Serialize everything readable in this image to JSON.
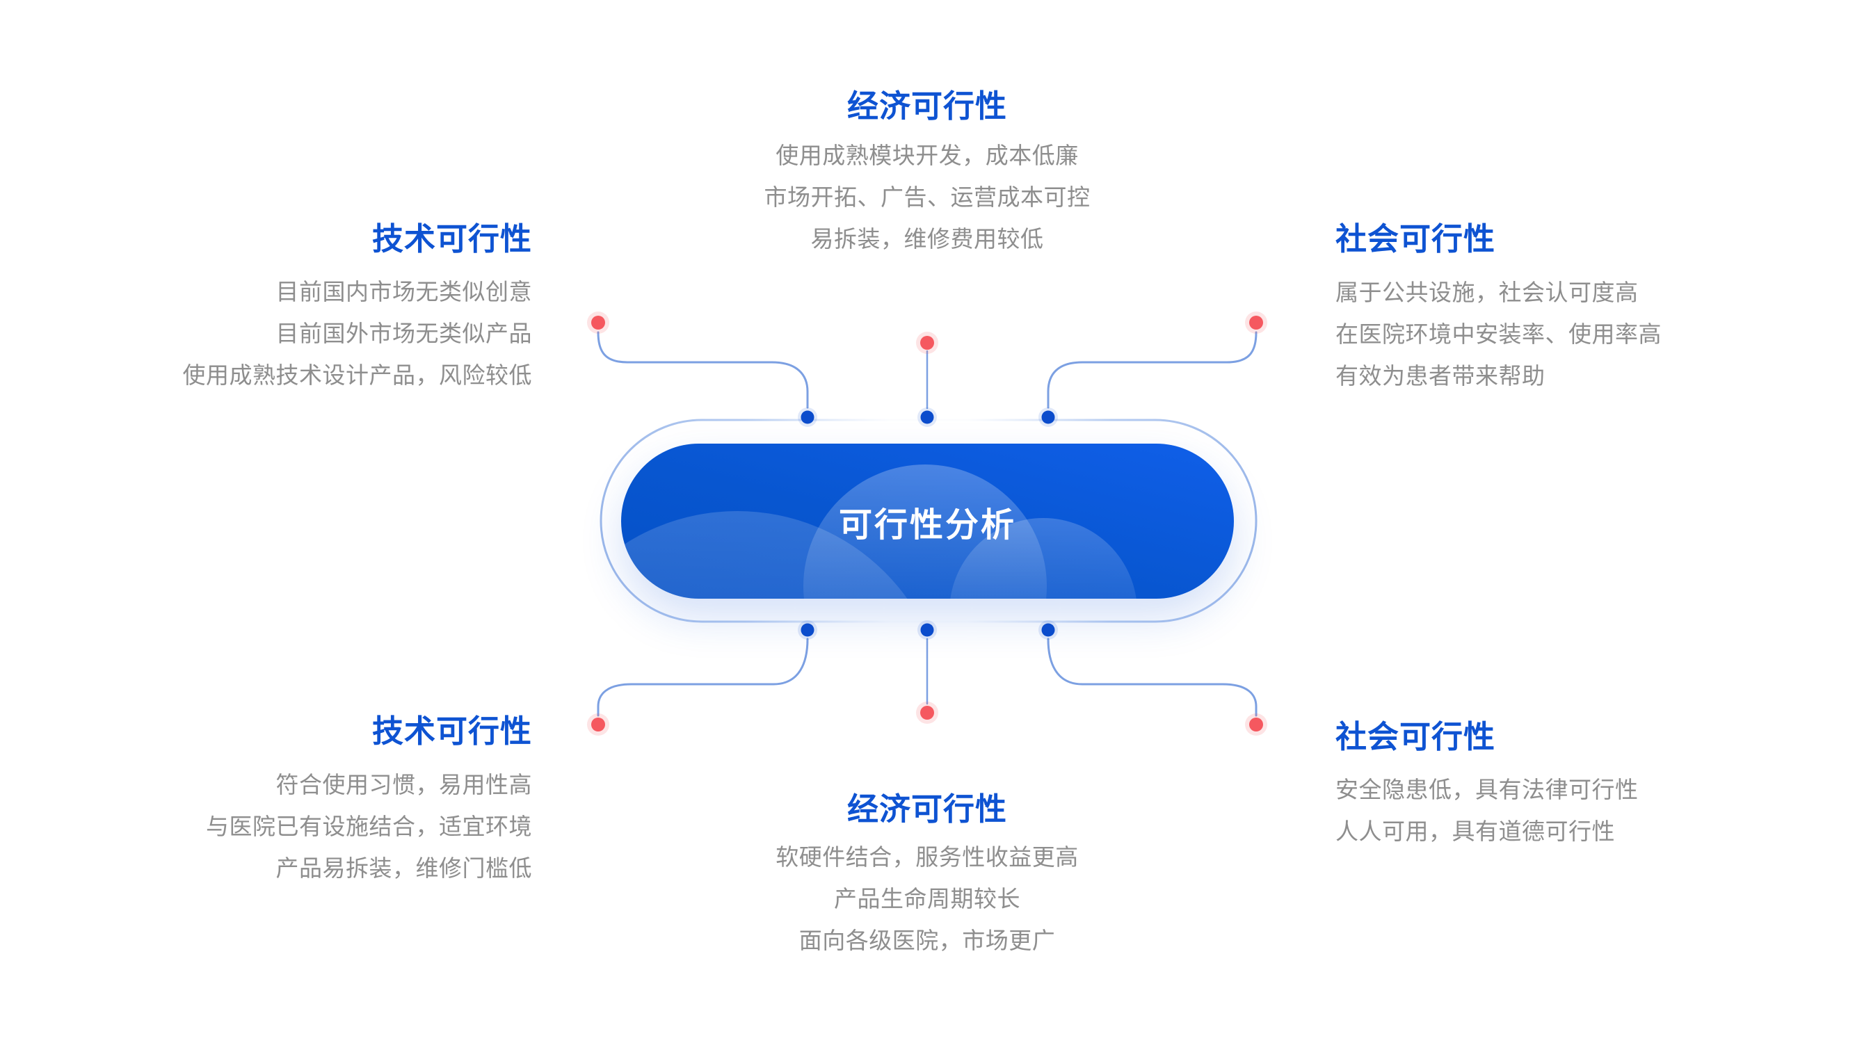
{
  "diagram": {
    "center": {
      "title": "可行性分析"
    },
    "sections": [
      {
        "id": "technical-top-left",
        "title": "技术可行性",
        "lines": [
          "目前国内市场无类似创意",
          "目前国外市场无类似产品",
          "使用成熟技术设计产品，风险较低"
        ]
      },
      {
        "id": "economic-top-center",
        "title": "经济可行性",
        "lines": [
          "使用成熟模块开发，成本低廉",
          "市场开拓、广告、运营成本可控",
          "易拆装，维修费用较低"
        ]
      },
      {
        "id": "social-top-right",
        "title": "社会可行性",
        "lines": [
          "属于公共设施，社会认可度高",
          "在医院环境中安装率、使用率高",
          "有效为患者带来帮助"
        ]
      },
      {
        "id": "technical-bottom-left",
        "title": "技术可行性",
        "lines": [
          "符合使用习惯，易用性高",
          "与医院已有设施结合，适宜环境",
          "产品易拆装，维修门槛低"
        ]
      },
      {
        "id": "economic-bottom-center",
        "title": "经济可行性",
        "lines": [
          "软硬件结合，服务性收益更高",
          "产品生命周期较长",
          "面向各级医院，市场更广"
        ]
      },
      {
        "id": "social-bottom-right",
        "title": "社会可行性",
        "lines": [
          "安全隐患低，具有法律可行性",
          "人人可用，具有道德可行性"
        ]
      }
    ],
    "colors": {
      "section_title_blue": "#0e53d2",
      "body_text_gray": "#8e8e8e",
      "pill_gradient_light": "#105fe9",
      "pill_gradient_dark": "#0450c6",
      "pill_title_white": "#ffffff",
      "connector_line_blue": "#7ca0e2",
      "dot_red": "#f5585f",
      "dot_blue": "#0b4ccc",
      "ring_blue": "#9db9ea"
    }
  }
}
